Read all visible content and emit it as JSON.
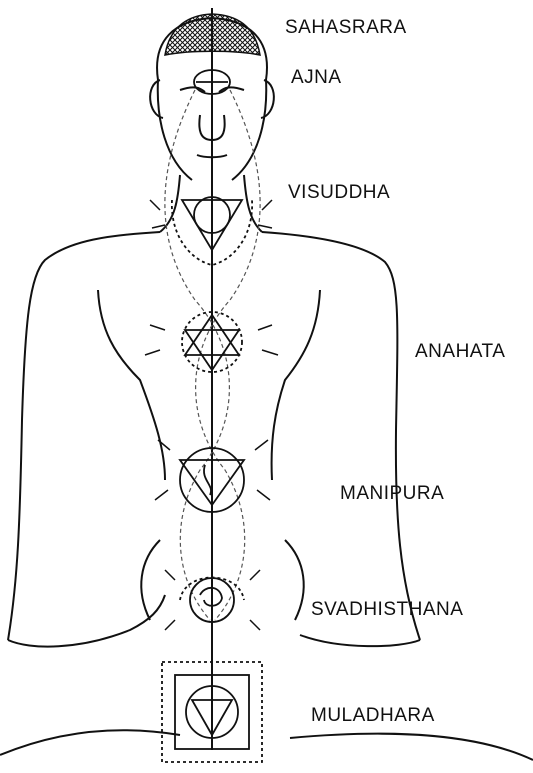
{
  "chakras": [
    {
      "id": "sahasrara",
      "label": "SAHASRARA"
    },
    {
      "id": "ajna",
      "label": "AJNA"
    },
    {
      "id": "visuddha",
      "label": "VISUDDHA"
    },
    {
      "id": "anahata",
      "label": "ANAHATA"
    },
    {
      "id": "manipura",
      "label": "MANIPURA"
    },
    {
      "id": "svadhisthana",
      "label": "SVADHISTHANA"
    },
    {
      "id": "muladhara",
      "label": "MULADHARA"
    }
  ],
  "colors": {
    "ink": "#111111",
    "background": "#ffffff"
  }
}
